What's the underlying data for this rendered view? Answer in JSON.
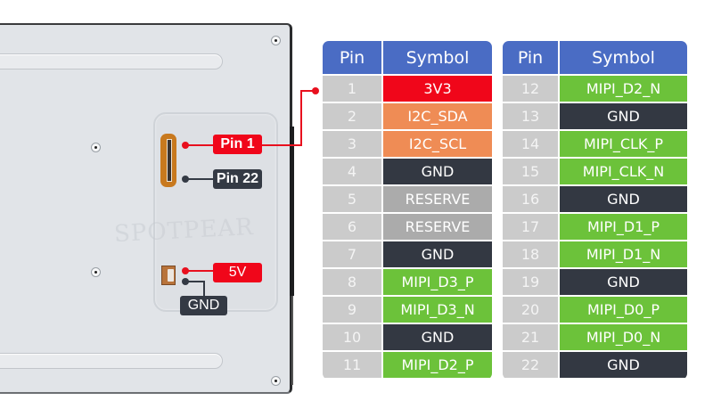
{
  "diagram": {
    "watermark": "SPOTPEAR",
    "labels": {
      "pin1": "Pin 1",
      "pin22": "Pin 22",
      "power": "5V",
      "ground": "GND"
    }
  },
  "colors": {
    "header": "#4a6cc4",
    "pin_cell": "#cbcbcb",
    "power_3v3": "#f0061a",
    "i2c": "#ef8c55",
    "gnd": "#333842",
    "reserve": "#ababab",
    "mipi": "#6cc23a",
    "callout_red": "#e8101e",
    "callout_dark": "#343a44"
  },
  "tables": {
    "left": {
      "headers": {
        "pin": "Pin",
        "symbol": "Symbol"
      },
      "rows": [
        {
          "pin": "1",
          "symbol": "3V3",
          "type": "power_3v3"
        },
        {
          "pin": "2",
          "symbol": "I2C_SDA",
          "type": "i2c"
        },
        {
          "pin": "3",
          "symbol": "I2C_SCL",
          "type": "i2c"
        },
        {
          "pin": "4",
          "symbol": "GND",
          "type": "gnd"
        },
        {
          "pin": "5",
          "symbol": "RESERVE",
          "type": "reserve"
        },
        {
          "pin": "6",
          "symbol": "RESERVE",
          "type": "reserve"
        },
        {
          "pin": "7",
          "symbol": "GND",
          "type": "gnd"
        },
        {
          "pin": "8",
          "symbol": "MIPI_D3_P",
          "type": "mipi"
        },
        {
          "pin": "9",
          "symbol": "MIPI_D3_N",
          "type": "mipi"
        },
        {
          "pin": "10",
          "symbol": "GND",
          "type": "gnd"
        },
        {
          "pin": "11",
          "symbol": "MIPI_D2_P",
          "type": "mipi"
        }
      ]
    },
    "right": {
      "headers": {
        "pin": "Pin",
        "symbol": "Symbol"
      },
      "rows": [
        {
          "pin": "12",
          "symbol": "MIPI_D2_N",
          "type": "mipi"
        },
        {
          "pin": "13",
          "symbol": "GND",
          "type": "gnd"
        },
        {
          "pin": "14",
          "symbol": "MIPI_CLK_P",
          "type": "mipi"
        },
        {
          "pin": "15",
          "symbol": "MIPI_CLK_N",
          "type": "mipi"
        },
        {
          "pin": "16",
          "symbol": "GND",
          "type": "gnd"
        },
        {
          "pin": "17",
          "symbol": "MIPI_D1_P",
          "type": "mipi"
        },
        {
          "pin": "18",
          "symbol": "MIPI_D1_N",
          "type": "mipi"
        },
        {
          "pin": "19",
          "symbol": "GND",
          "type": "gnd"
        },
        {
          "pin": "20",
          "symbol": "MIPI_D0_P",
          "type": "mipi"
        },
        {
          "pin": "21",
          "symbol": "MIPI_D0_N",
          "type": "mipi"
        },
        {
          "pin": "22",
          "symbol": "GND",
          "type": "gnd"
        }
      ]
    }
  }
}
